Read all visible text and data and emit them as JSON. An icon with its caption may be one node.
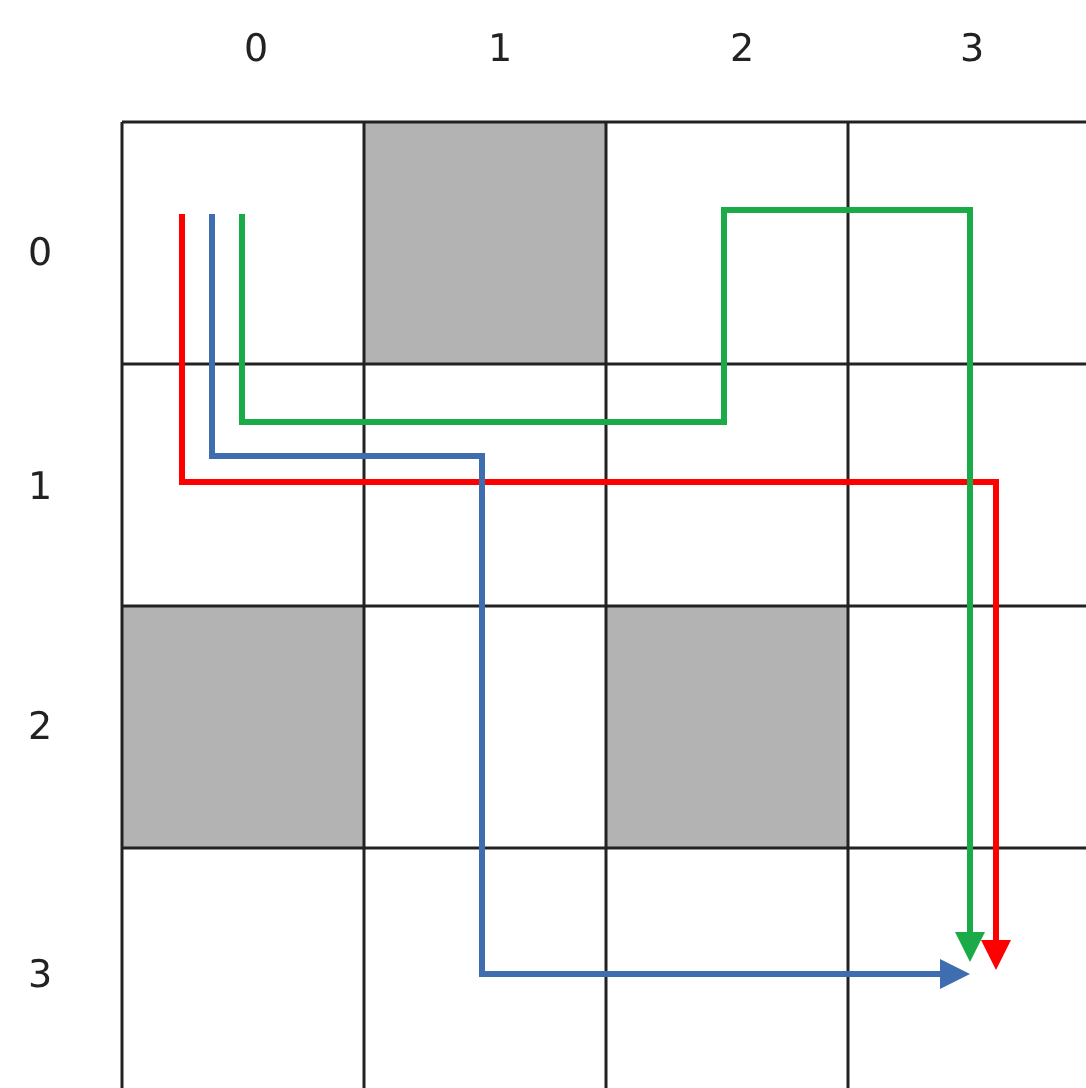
{
  "diagram": {
    "labels": [
      "0",
      "1",
      "2",
      "3",
      "0",
      "1",
      "2",
      "3"
    ]
  }
}
